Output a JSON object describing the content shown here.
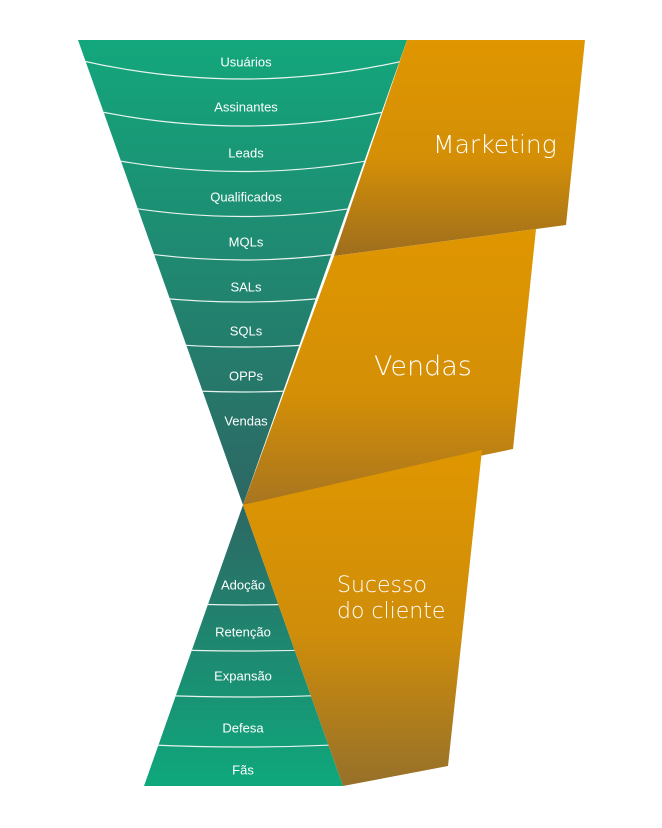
{
  "funnel_top": {
    "stages": [
      "Usuários",
      "Assinantes",
      "Leads",
      "Qualificados",
      "MQLs",
      "SALs",
      "SQLs",
      "OPPs",
      "Vendas"
    ]
  },
  "funnel_bottom": {
    "stages": [
      "Adoção",
      "Retenção",
      "Expansão",
      "Defesa",
      "Fãs"
    ]
  },
  "panels": {
    "marketing": "Marketing",
    "vendas": "Vendas",
    "sucesso_line1": "Sucesso",
    "sucesso_line2": "do cliente"
  },
  "colors": {
    "green_light": "#13a77c",
    "green_dark": "#2a6b64",
    "orange_light": "#d99500",
    "orange_dark": "#9c7024"
  }
}
